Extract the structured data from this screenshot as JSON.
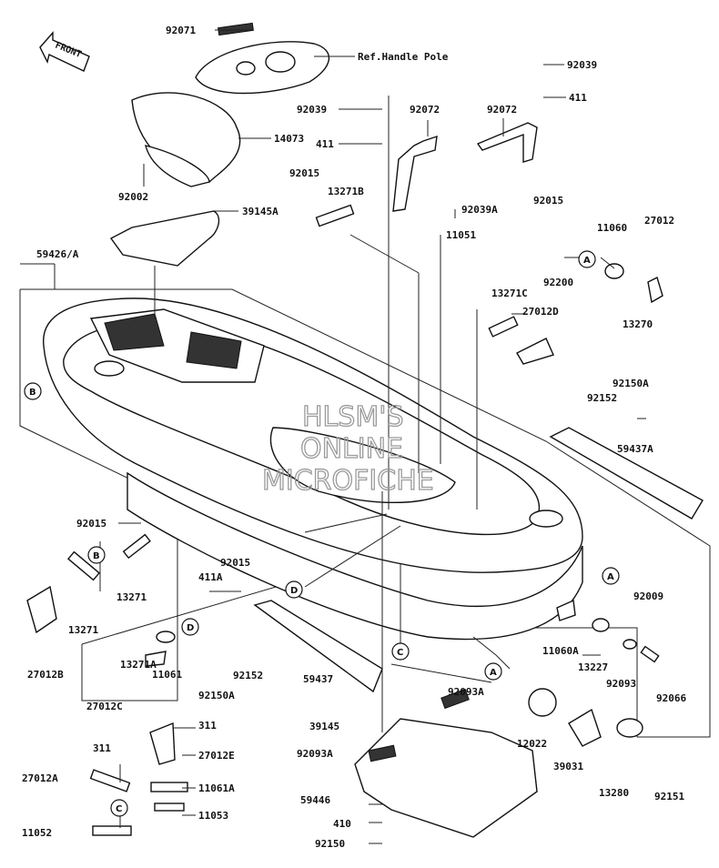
{
  "diagram": {
    "front_label": "FRONT",
    "ref_label": "Ref.Handle Pole",
    "watermark": [
      "HLSM'S",
      "ONLINE",
      "MICROFICHE"
    ],
    "callouts": [
      "A",
      "B",
      "C",
      "D"
    ],
    "part_numbers": [
      "92071",
      "92039",
      "411",
      "92072",
      "92039",
      "92072",
      "411",
      "14073",
      "92015",
      "13271B",
      "92002",
      "92039A",
      "92015",
      "11060",
      "27012",
      "39145A",
      "11051",
      "59426/A",
      "92200",
      "13270",
      "13271C",
      "27012D",
      "92150A",
      "92152",
      "59437A",
      "92015",
      "92015",
      "411A",
      "13271",
      "13271",
      "27012B",
      "11061",
      "13271A",
      "27012C",
      "92150A",
      "92152",
      "92009",
      "11060A",
      "13227",
      "92093",
      "92066",
      "59437",
      "92093A",
      "12022",
      "39145",
      "92093A",
      "39031",
      "13280",
      "92151",
      "59446",
      "410",
      "92150",
      "311",
      "311",
      "27012E",
      "27012A",
      "11061A",
      "11053",
      "11052"
    ]
  }
}
